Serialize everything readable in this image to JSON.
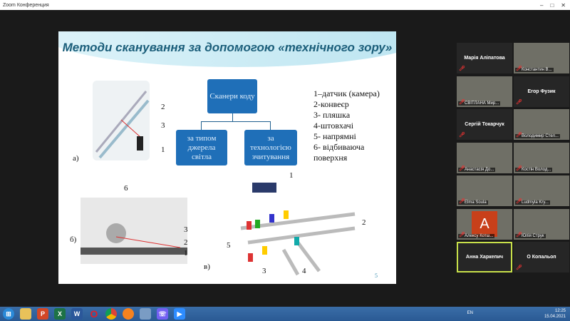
{
  "window": {
    "title": "Zoom Конференция"
  },
  "slide": {
    "title": "Методи сканування за допомогою «технічного зору»",
    "diagram": {
      "root": "Сканери коду",
      "left": "за типом джерела світла",
      "right": "за технологією зчитування"
    },
    "legend": [
      "1–датчик (камера)",
      "2-конвеєр",
      "3- пляшка",
      "4-штовхачі",
      "5- напрямні",
      "6- відбиваюча поверхня"
    ],
    "fig_a": {
      "label": "а)",
      "marks": [
        "2",
        "3",
        "1"
      ]
    },
    "fig_b": {
      "label": "б)",
      "marks": [
        "6",
        "3",
        "2",
        "1"
      ]
    },
    "fig_c": {
      "label": "в)",
      "marks": [
        "1",
        "2",
        "5",
        "3",
        "4"
      ]
    },
    "page_number": "5"
  },
  "participants": [
    {
      "name": "Марія Аліпатова",
      "video": false
    },
    {
      "name": "Константин В...",
      "video": true
    },
    {
      "name": "СВІТЛАНА Мир...",
      "video": true
    },
    {
      "name": "Егор Фузик",
      "video": false
    },
    {
      "name": "Сергій Токарчук",
      "video": false
    },
    {
      "name": "Володимир Стел...",
      "video": true
    },
    {
      "name": "Анастасія До...",
      "video": true
    },
    {
      "name": "Костін Волод...",
      "video": true
    },
    {
      "name": "Elma Soula",
      "video": true
    },
    {
      "name": "Ludmyla Kry...",
      "video": true
    },
    {
      "name": "Алексу Котш...",
      "video": true,
      "avatar": "A"
    },
    {
      "name": "Юлія Струк",
      "video": true
    },
    {
      "name": "Анна Харкепич",
      "video": false,
      "active": true
    },
    {
      "name": "О Копальоп",
      "video": false
    }
  ],
  "taskbar": {
    "lang": "EN",
    "time": "12:25",
    "date": "15.04.2021"
  },
  "colors": {
    "accent": "#1f6fb8",
    "active_speaker": "#c8e04a"
  }
}
